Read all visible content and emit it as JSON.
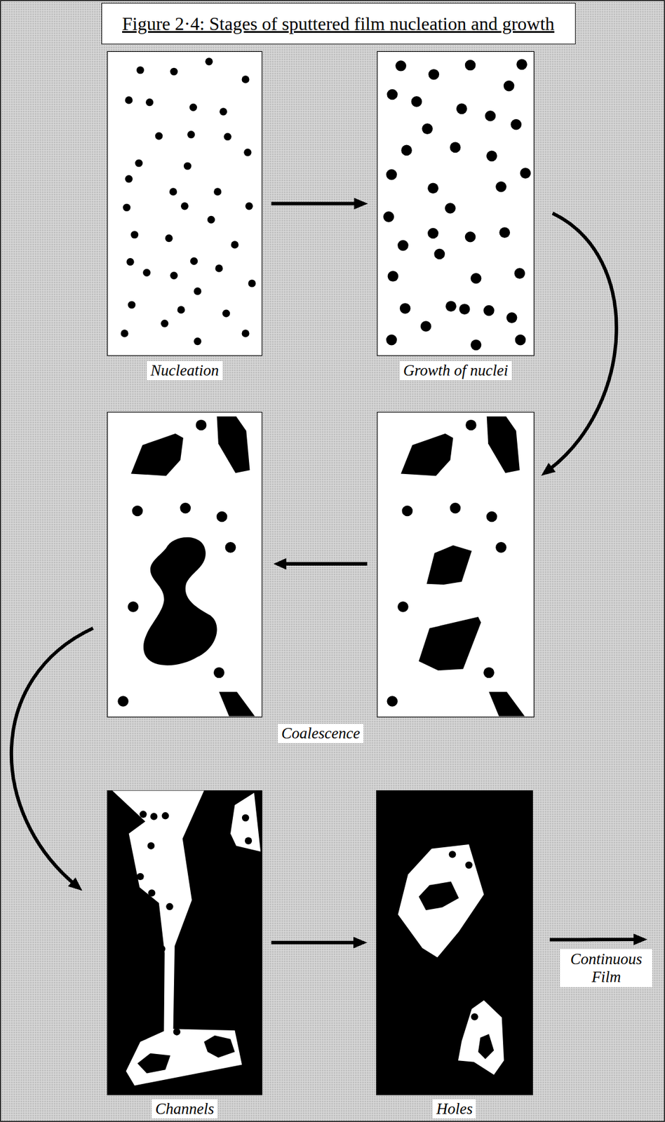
{
  "diagram": {
    "title": "Figure 2·4: Stages of sputtered film nucleation and growth",
    "nodes": [
      {
        "text": [
          "Nucleation"
        ]
      },
      {
        "text": [
          "Growth of nuclei"
        ]
      },
      {
        "text": [
          "Coalescence"
        ]
      },
      {
        "text": [
          "Channels"
        ]
      },
      {
        "text": [
          "Holes"
        ]
      },
      {
        "text": [
          "Continuous Film"
        ]
      }
    ],
    "edges": [
      {
        "from": 0,
        "to": 1,
        "arrow": "to"
      },
      {
        "from": 1,
        "to": 2,
        "arrow": "to"
      },
      {
        "from": 2,
        "to": 3,
        "arrow": "to"
      },
      {
        "from": 3,
        "to": 4,
        "arrow": "to"
      },
      {
        "from": 4,
        "to": 5,
        "arrow": "to"
      }
    ]
  }
}
